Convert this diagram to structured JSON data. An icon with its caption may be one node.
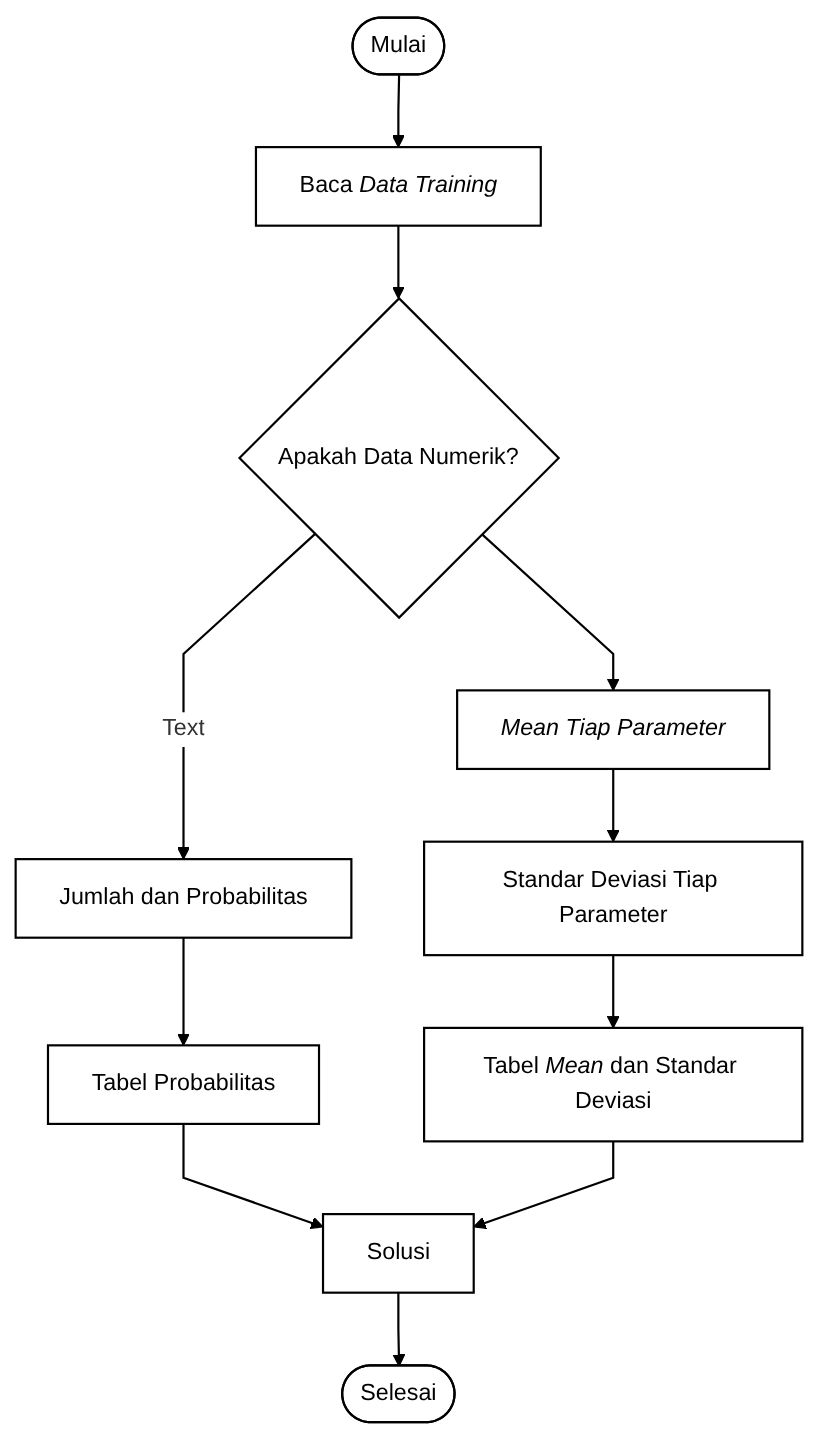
{
  "diagram": {
    "nodes": [
      {
        "text": [
          "Mulai"
        ]
      },
      {
        "text": [
          "Baca *Data Training*"
        ]
      },
      {
        "text": [
          "Apakah Data Numerik?"
        ]
      },
      {
        "text": [
          "Jumlah dan Probabilitas"
        ]
      },
      {
        "text": [
          "Tabel Probabilitas"
        ]
      },
      {
        "text": [
          "*Mean Tiap Parameter*"
        ]
      },
      {
        "text": [
          "Standar Deviasi Tiap Parameter"
        ]
      },
      {
        "text": [
          "Tabel *Mean* dan Standar Deviasi"
        ]
      },
      {
        "text": [
          "Solusi"
        ]
      },
      {
        "text": [
          "Selesai"
        ]
      }
    ],
    "edges": [
      {
        "from": 0,
        "to": 1,
        "arrow": "to"
      },
      {
        "from": 1,
        "to": 2,
        "arrow": "to"
      },
      {
        "from": 2,
        "to": 3,
        "arrow": "to",
        "label": "Text"
      },
      {
        "from": 2,
        "to": 5,
        "arrow": "to"
      },
      {
        "from": 3,
        "to": 4,
        "arrow": "to"
      },
      {
        "from": 5,
        "to": 6,
        "arrow": "to"
      },
      {
        "from": 6,
        "to": 7,
        "arrow": "to"
      },
      {
        "from": 4,
        "to": 8,
        "arrow": "to"
      },
      {
        "from": 7,
        "to": 8,
        "arrow": "to"
      },
      {
        "from": 8,
        "to": 9,
        "arrow": "to"
      }
    ]
  }
}
